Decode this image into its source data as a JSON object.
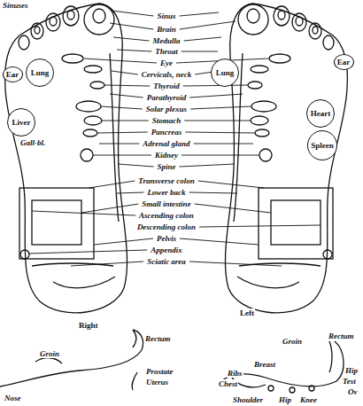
{
  "diagram": {
    "nodes": [
      {
        "text": [
          "Ear"
        ]
      },
      {
        "text": [
          "Lung"
        ]
      },
      {
        "text": [
          "Liver"
        ]
      },
      {
        "text": [
          "Ear"
        ]
      },
      {
        "text": [
          "Lung"
        ]
      },
      {
        "text": [
          "Heart"
        ]
      },
      {
        "text": [
          "Spleen"
        ]
      }
    ],
    "labels": [
      "Sinus",
      "Brain",
      "Medulla",
      "Throat",
      "Eye",
      "Cervicals, neck",
      "Thyroid",
      "Parathyroid",
      "Solar plexus",
      "Stomach",
      "Pancreas",
      "Adrenal gland",
      "Kidney",
      "Spine",
      "Transverse colon",
      "Lower back",
      "Small intestine",
      "Ascending colon",
      "Descending colon",
      "Pelvis",
      "Appendix",
      "Sciatic area",
      "Sinuses",
      "Gall-bl.",
      "Right",
      "Left",
      "Rectum",
      "Groin",
      "Prostate",
      "Uterus",
      "Nose",
      "Ribs",
      "Chest",
      "Breast",
      "Groin",
      "Rectum",
      "Hip",
      "Test",
      "Ov",
      "Shoulder",
      "Hip",
      "Knee"
    ]
  }
}
